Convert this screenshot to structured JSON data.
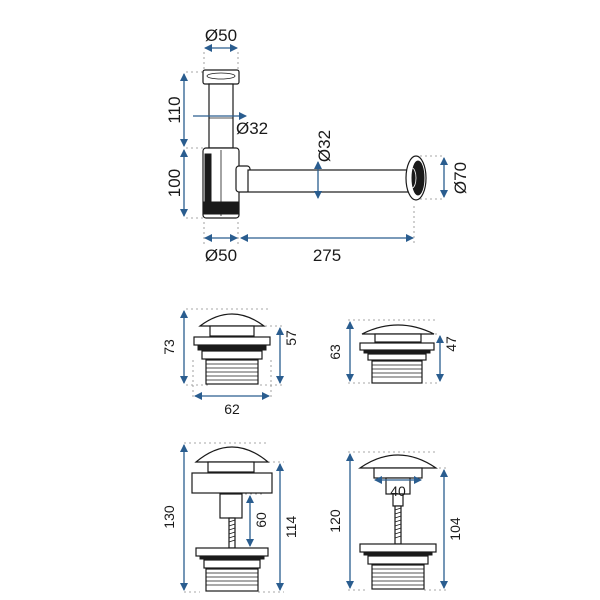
{
  "accent_color": "#2a5d8f",
  "siphon": {
    "top_diameter": "Ø50",
    "upper_height": "110",
    "inner_pipe_diameter": "Ø32",
    "horizontal_pipe_diameter": "Ø32",
    "lower_height": "100",
    "flange_diameter": "Ø70",
    "bottom_diameter": "Ø50",
    "horizontal_length": "275"
  },
  "drain_small": {
    "total_height": "73",
    "inner_height": "57",
    "width": "62"
  },
  "drain_low": {
    "total_height": "63",
    "inner_height": "47"
  },
  "drain_tall": {
    "total_height": "130",
    "stem_height": "60",
    "body_height": "114"
  },
  "drain_tall_alt": {
    "stem_width": "40",
    "total_height": "120",
    "body_height": "104"
  }
}
